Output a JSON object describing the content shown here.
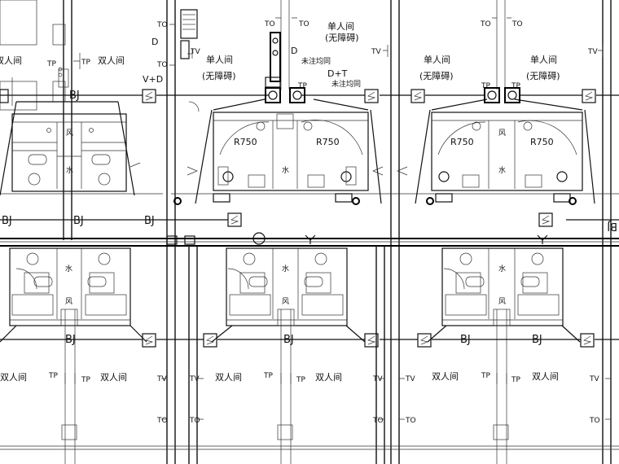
{
  "labels": {
    "single_room": "单人间",
    "double_room": "双人间",
    "accessible": "(无障碍)",
    "same_note": "未注均同",
    "bj": "BJ",
    "tp": "TP",
    "tv": "TV",
    "to": "TO",
    "d": "D",
    "v_d": "V+D",
    "d_t": "D+T",
    "radius": "R750",
    "water": "水",
    "wind": "风"
  }
}
